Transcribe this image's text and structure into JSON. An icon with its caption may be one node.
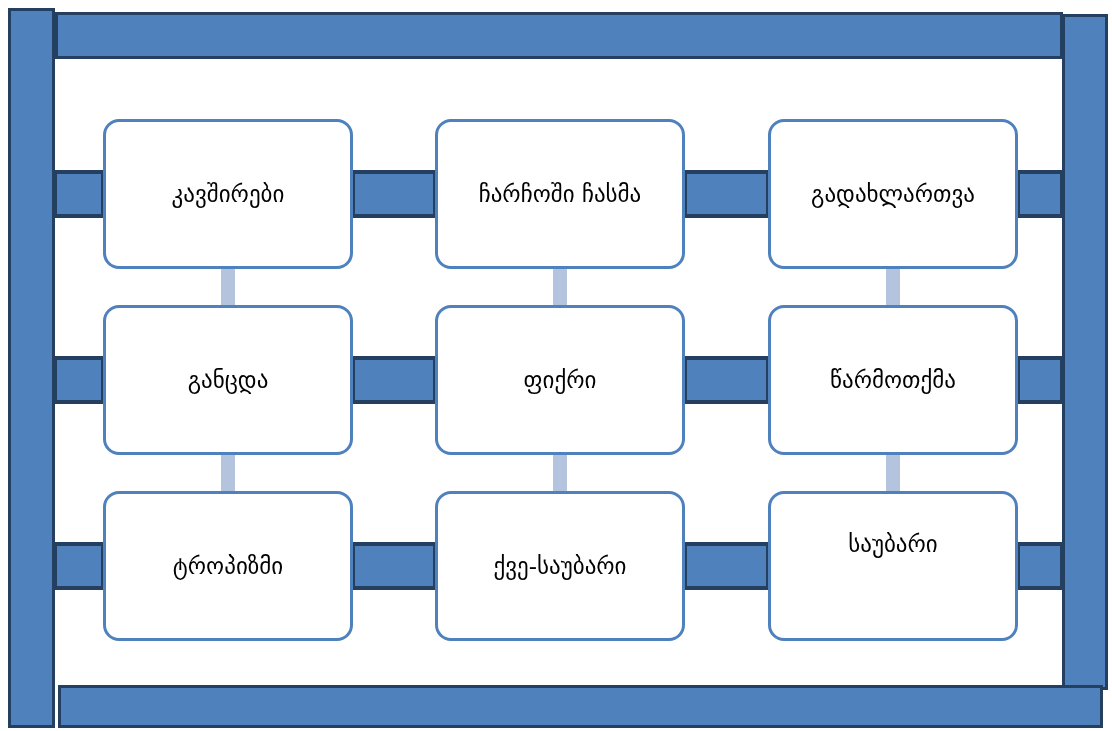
{
  "diagram": {
    "nodes": [
      {
        "text": [
          "კავშირები"
        ]
      },
      {
        "text": [
          "ჩარჩოში ჩასმა"
        ]
      },
      {
        "text": [
          "გადახლართვა"
        ]
      },
      {
        "text": [
          "განცდა"
        ]
      },
      {
        "text": [
          "ფიქრი"
        ]
      },
      {
        "text": [
          "წარმოთქმა"
        ]
      },
      {
        "text": [
          "ტროპიზმი"
        ]
      },
      {
        "text": [
          "ქვე-საუბარი"
        ]
      },
      {
        "text": [
          "საუბარი"
        ]
      },
      {
        "text": [],
        "shape": "bar"
      },
      {
        "text": [],
        "shape": "bar"
      },
      {
        "text": [],
        "shape": "bar"
      },
      {
        "text": [],
        "shape": "bar"
      }
    ],
    "edges": [
      {
        "from": 9,
        "to": 0,
        "arrow": "none",
        "style": "thick"
      },
      {
        "from": 0,
        "to": 1,
        "arrow": "none",
        "style": "thick"
      },
      {
        "from": 1,
        "to": 2,
        "arrow": "none",
        "style": "thick"
      },
      {
        "from": 2,
        "to": 10,
        "arrow": "none",
        "style": "thick"
      },
      {
        "from": 9,
        "to": 3,
        "arrow": "none",
        "style": "thick"
      },
      {
        "from": 3,
        "to": 4,
        "arrow": "none",
        "style": "thick"
      },
      {
        "from": 4,
        "to": 5,
        "arrow": "none",
        "style": "thick"
      },
      {
        "from": 5,
        "to": 10,
        "arrow": "none",
        "style": "thick"
      },
      {
        "from": 9,
        "to": 6,
        "arrow": "none",
        "style": "thick"
      },
      {
        "from": 6,
        "to": 7,
        "arrow": "none",
        "style": "thick"
      },
      {
        "from": 7,
        "to": 8,
        "arrow": "none",
        "style": "thick"
      },
      {
        "from": 8,
        "to": 10,
        "arrow": "none",
        "style": "thick"
      },
      {
        "from": 0,
        "to": 3,
        "arrow": "none",
        "color": "#b4c4df"
      },
      {
        "from": 3,
        "to": 6,
        "arrow": "none",
        "color": "#b4c4df"
      },
      {
        "from": 1,
        "to": 4,
        "arrow": "none",
        "color": "#b4c4df"
      },
      {
        "from": 4,
        "to": 7,
        "arrow": "none",
        "color": "#b4c4df"
      },
      {
        "from": 2,
        "to": 5,
        "arrow": "none",
        "color": "#b4c4df"
      },
      {
        "from": 5,
        "to": 8,
        "arrow": "none",
        "color": "#b4c4df"
      }
    ]
  }
}
